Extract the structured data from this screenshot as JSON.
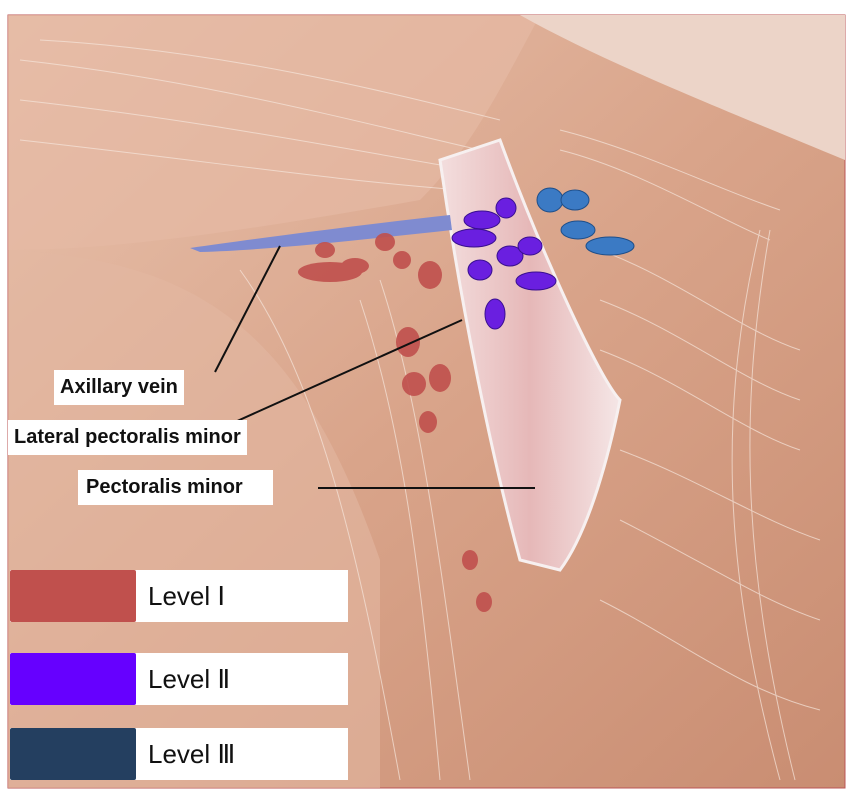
{
  "labels": {
    "axillary_vein": "Axillary vein",
    "lateral_pectoralis_minor": "Lateral pectoralis minor",
    "pectoralis_minor": "Pectoralis minor"
  },
  "legend": [
    {
      "label": "Level Ⅰ",
      "color": "#c0504d"
    },
    {
      "label": "Level Ⅱ",
      "color": "#6600ff"
    },
    {
      "label": "Level Ⅲ",
      "color": "#243f60"
    }
  ],
  "colors": {
    "skin": "#d9a48a",
    "vein": "#7f8bd0",
    "level1_nodes": "#c0504d",
    "level2_nodes": "#6a1fe0",
    "level3_nodes": "#3b7ac4"
  }
}
